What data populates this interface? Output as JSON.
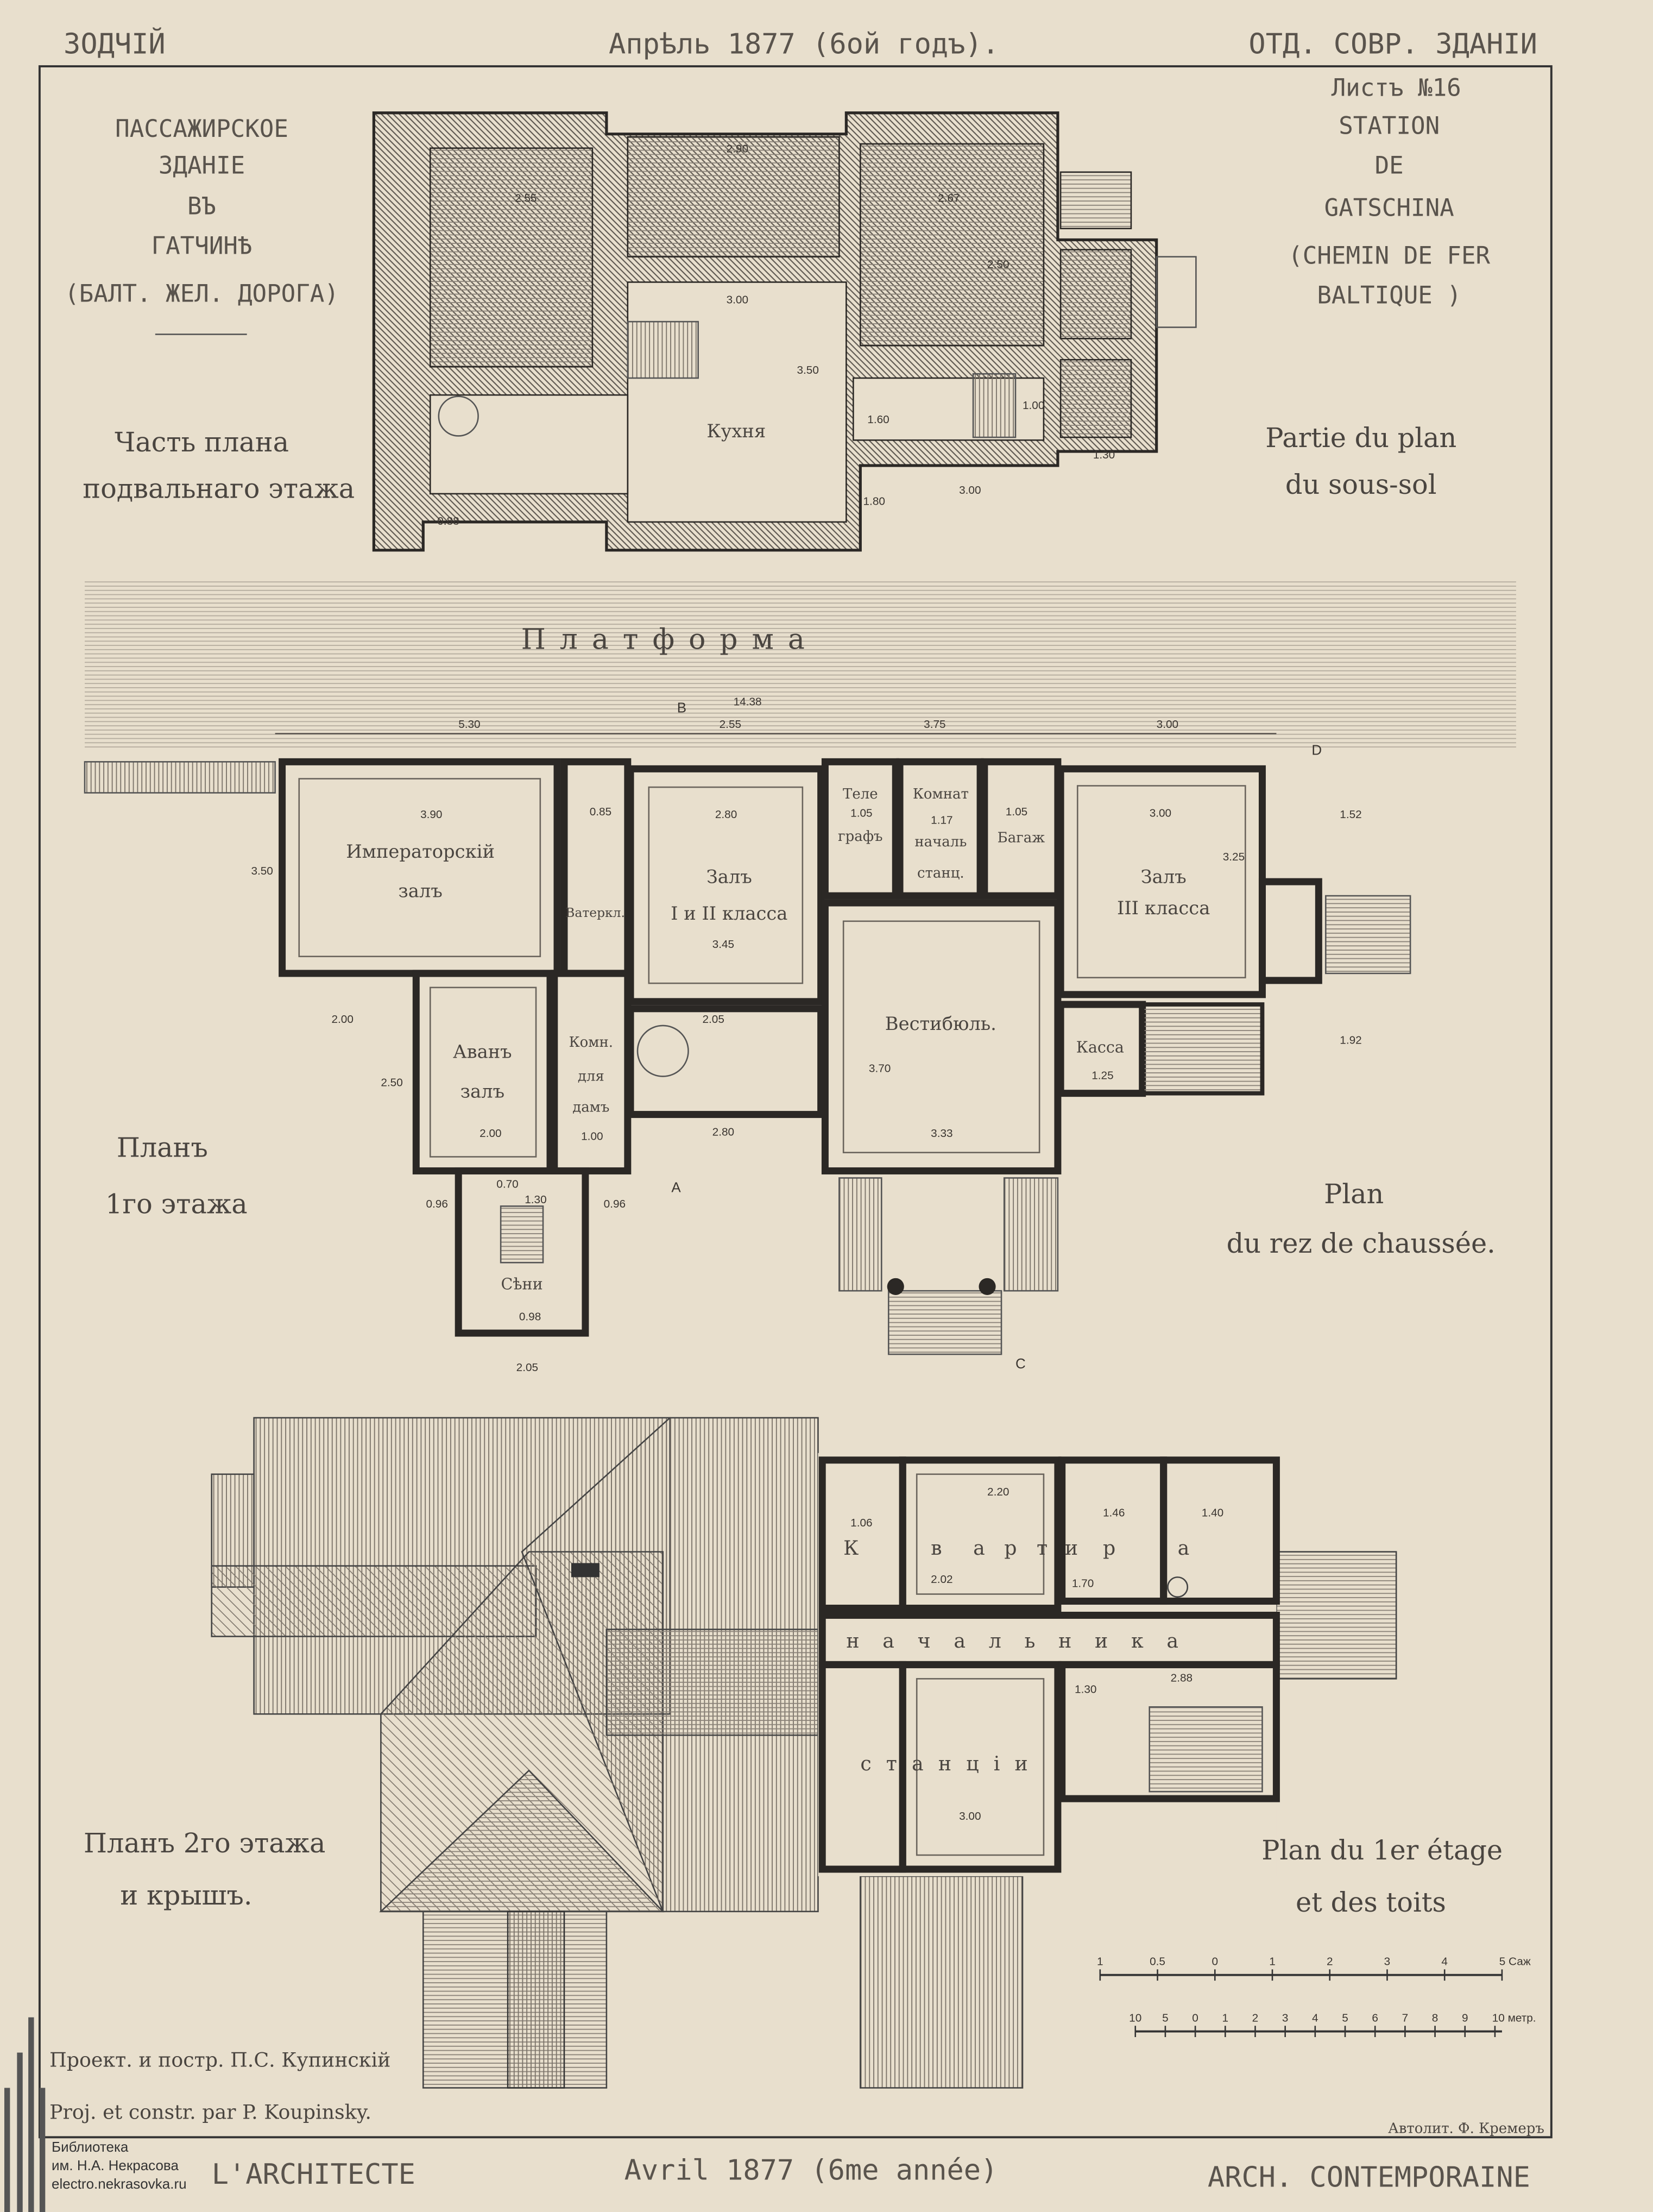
{
  "header": {
    "journal_ru": "ЗОДЧІЙ",
    "date_ru": "Апрѣль 1877 (6ой годъ).",
    "section_ru": "ОТД. СОВР. ЗДАНІИ",
    "sheet": "Листъ №16"
  },
  "title_ru": [
    "ПАССАЖИРСКОЕ",
    "ЗДАНІЕ",
    "ВЪ",
    "ГАТЧИНѢ",
    "(БАЛТ. ЖЕЛ. ДОРОГА)"
  ],
  "title_fr": [
    "STATION",
    "DE",
    "GATSCHINA",
    "(CHEMIN DE FER",
    "BALTIQUE )"
  ],
  "basement": {
    "label_ru": [
      "Часть плана",
      "подвальнаго этажа"
    ],
    "label_fr": [
      "Partie du plan",
      "du sous-sol"
    ],
    "kitchen": "Кухня",
    "dims": [
      "2.55",
      "2.90",
      "2.67",
      "3.00",
      "3.50",
      "1.60",
      "3.00",
      "1.30",
      "1.80",
      "2.50",
      "0.88",
      "1.00"
    ]
  },
  "platform": "Платформа",
  "ground_floor": {
    "label_ru": [
      "Планъ",
      "1го этажа"
    ],
    "label_fr": [
      "Plan",
      "du rez de chaussée."
    ],
    "rooms": {
      "imperial": [
        "Императорскій",
        "залъ"
      ],
      "wc": "Ватеркл.",
      "hall12": [
        "Залъ",
        "I и II класса"
      ],
      "telegraph": [
        "Теле",
        "графъ"
      ],
      "stationmaster": [
        "Комнат",
        "началь",
        "станц."
      ],
      "baggage": "Багаж",
      "hall3": [
        "Залъ",
        "III класса"
      ],
      "vestibule": "Вестибюль.",
      "cashier": "Касса",
      "anteroom": [
        "Аванъ",
        "залъ"
      ],
      "ladies": [
        "Комн.",
        "для",
        "дамъ"
      ],
      "entry": "Сѣни"
    },
    "dims": [
      "14.38",
      "5.30",
      "2.55",
      "3.75",
      "3.00",
      "3.90",
      "3.50",
      "2.80",
      "3.45",
      "1.05",
      "1.17",
      "1.05",
      "3.00",
      "3.25",
      "3.70",
      "3.33",
      "1.25",
      "2.00",
      "2.05",
      "1.00",
      "0.96",
      "0.70",
      "0.96",
      "1.30",
      "0.98",
      "2.05",
      "2.80",
      "2.00",
      "2.50",
      "1.52",
      "1.92",
      "0.85"
    ],
    "markers": [
      "A",
      "B",
      "C",
      "D"
    ]
  },
  "upper_floor": {
    "label_ru": [
      "Планъ 2го этажа",
      "и крышъ."
    ],
    "label_fr": [
      "Plan du 1er étage",
      "et des toits"
    ],
    "apartment": [
      "К",
      "в",
      "а",
      "р",
      "т",
      "и",
      "р",
      "а"
    ],
    "apartment_line2": "н а ч а л ь н и к а",
    "apartment_line3": "с  т а н ц і и",
    "dims": [
      "1.06",
      "2.20",
      "1.46",
      "1.40",
      "2.88",
      "3.00",
      "2.02",
      "1.70",
      "1.30"
    ]
  },
  "scale": {
    "sazhen_labels": [
      "1",
      "0.5",
      "0",
      "1",
      "2",
      "3",
      "4",
      "5 Саж"
    ],
    "meter_labels": [
      "10",
      "5",
      "0",
      "1",
      "2",
      "3",
      "4",
      "5",
      "6",
      "7",
      "8",
      "9",
      "10 метр."
    ]
  },
  "credits": {
    "ru": "Проект. и постр. П.С. Купинскій",
    "fr": "Proj. et constr. par P. Koupinsky.",
    "lithographer": "Автолит. Ф. Кремеръ"
  },
  "footer": {
    "journal_fr": "L'ARCHITECTE",
    "date_fr": "Avril 1877 (6me année)",
    "section_fr": "ARCH. CONTEMPORAINE"
  },
  "watermark": {
    "line1": "Библиотека",
    "line2": "им. Н.А. Некрасова",
    "line3": "electro.nekrasovka.ru"
  },
  "colors": {
    "paper": "#e8dfcd",
    "ink": "#2b2825"
  }
}
